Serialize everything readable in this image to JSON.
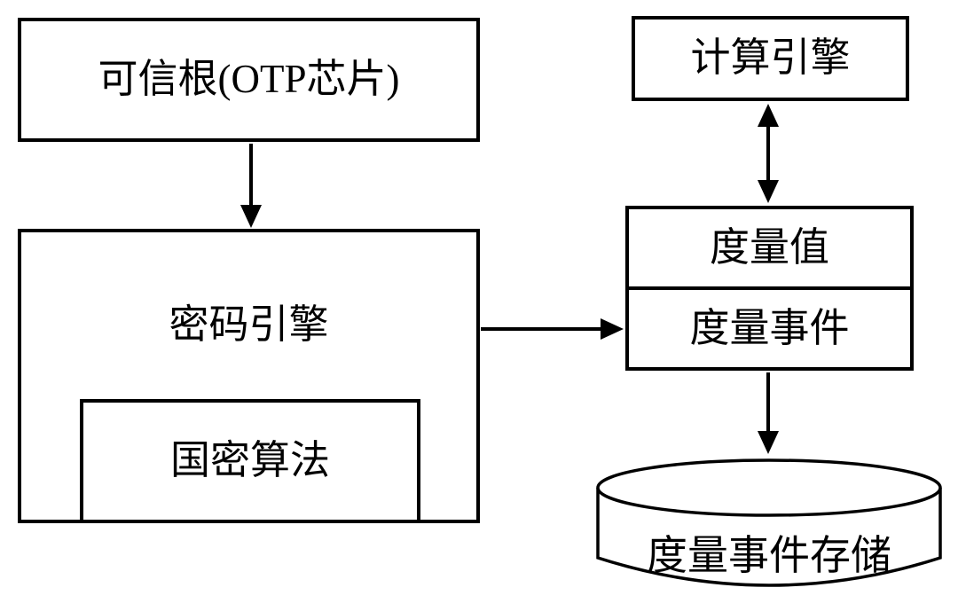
{
  "diagram": {
    "title": "trusted-measurement-architecture",
    "colors": {
      "line": "#000000",
      "background": "#ffffff",
      "text": "#000000"
    },
    "nodes": {
      "trusted_root": {
        "label": "可信根(OTP芯片)"
      },
      "crypto_engine": {
        "label": "密码引擎"
      },
      "national_crypto_algorithm": {
        "label": "国密算法"
      },
      "compute_engine": {
        "label": "计算引擎"
      },
      "measurement_value": {
        "label": "度量值"
      },
      "measurement_event": {
        "label": "度量事件"
      },
      "measurement_event_storage": {
        "label": "度量事件存储",
        "shape": "cylinder"
      }
    },
    "edges": [
      {
        "from": "trusted_root",
        "to": "crypto_engine",
        "type": "arrow"
      },
      {
        "from": "crypto_engine",
        "to": "measurement_event",
        "type": "arrow"
      },
      {
        "from": "compute_engine",
        "to": "measurement_value",
        "type": "double-arrow"
      },
      {
        "from": "measurement_event",
        "to": "measurement_event_storage",
        "type": "arrow"
      }
    ]
  }
}
